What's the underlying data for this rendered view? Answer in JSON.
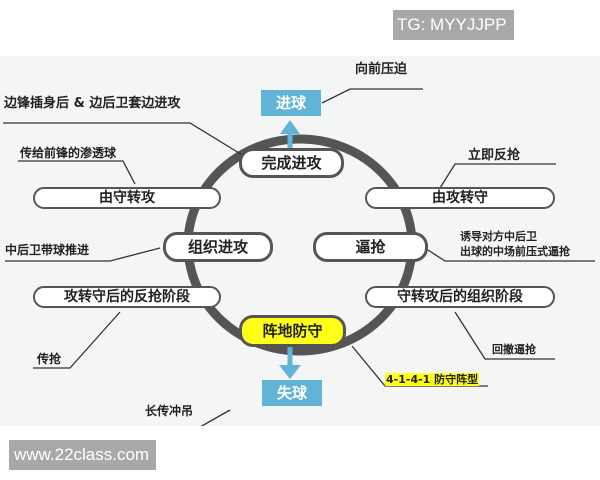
{
  "watermarks": {
    "top": "TG: MYYJJPP",
    "bottom": "www.22class.com"
  },
  "outcomes": {
    "score": "进球",
    "lose": "失球"
  },
  "phases": {
    "finish_attack": "完成进攻",
    "build_attack": "组织进攻",
    "set_defense": "阵地防守",
    "press": "逼抢"
  },
  "transitions": {
    "def_to_att": "由守转攻",
    "att_to_def": "由攻转守",
    "counterpress_phase": "攻转守后的反抢阶段",
    "build_phase": "守转攻后的组织阶段"
  },
  "annotations": {
    "press_forward": "向前压迫",
    "wing_runs": "边锋插身后 & 边后卫套边进攻",
    "through_ball": "传给前锋的渗透球",
    "immediate_counterpress": "立即反抢",
    "cb_carry": "中后卫带球推进",
    "induce_press_line1": "诱导对方中后卫",
    "induce_press_line2": "出球的中场前压式逼抢",
    "pass_press": "传抢",
    "retreat_press": "回撤逼抢",
    "formation": "4-1-4-1 防守阵型",
    "long_ball": "长传冲吊"
  },
  "colors": {
    "accent_blue": "#62b4d6",
    "highlight_yellow": "#ffff1a",
    "ring_gray": "#555555"
  }
}
